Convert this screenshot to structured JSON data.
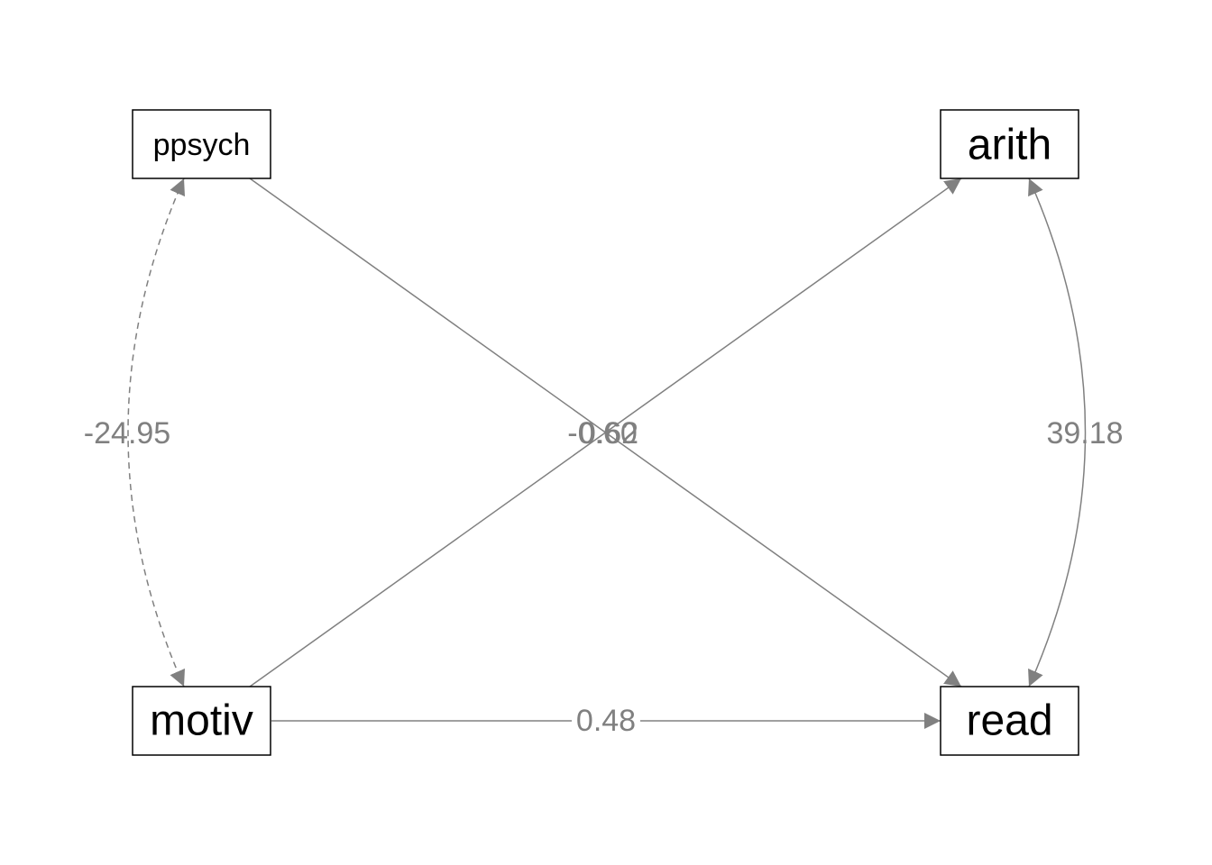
{
  "nodes": {
    "ppsych": {
      "label": "ppsych"
    },
    "arith": {
      "label": "arith"
    },
    "motiv": {
      "label": "motiv"
    },
    "read": {
      "label": "read"
    }
  },
  "edges": {
    "ppsych_motiv": {
      "from": "ppsych",
      "to": "motiv",
      "type": "covariance",
      "style": "dashed",
      "label": "-24.95"
    },
    "arith_read": {
      "from": "arith",
      "to": "read",
      "type": "covariance",
      "style": "solid",
      "label": "39.18"
    },
    "ppsych_read": {
      "from": "ppsych",
      "to": "read",
      "type": "regression",
      "style": "solid",
      "label": "-0.60"
    },
    "motiv_arith": {
      "from": "motiv",
      "to": "arith",
      "type": "regression",
      "style": "solid",
      "label": "0.62"
    },
    "motiv_read": {
      "from": "motiv",
      "to": "read",
      "type": "regression",
      "style": "solid",
      "label": "0.48"
    }
  },
  "colors": {
    "edge": "#808080",
    "node_border": "#000000",
    "text": "#000000",
    "background": "#ffffff"
  }
}
